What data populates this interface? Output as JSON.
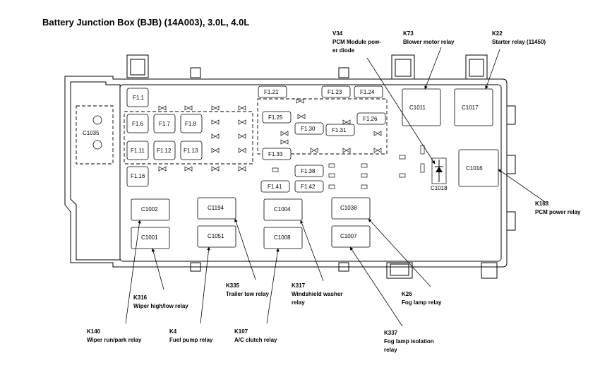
{
  "title": "Battery Junction Box (BJB) (14A003), 3.0L, 4.0L",
  "fuses": [
    {
      "id": "f1_1",
      "label": "F1.1"
    },
    {
      "id": "f1_6",
      "label": "F1.6"
    },
    {
      "id": "f1_7",
      "label": "F1.7"
    },
    {
      "id": "f1_8",
      "label": "F1.8"
    },
    {
      "id": "f1_11",
      "label": "F1.11"
    },
    {
      "id": "f1_12",
      "label": "F1.12"
    },
    {
      "id": "f1_13",
      "label": "F1.13"
    },
    {
      "id": "f1_16",
      "label": "F1.16"
    },
    {
      "id": "f1_21",
      "label": "F1.21"
    },
    {
      "id": "f1_23",
      "label": "F1.23"
    },
    {
      "id": "f1_24",
      "label": "F1.24"
    },
    {
      "id": "f1_25",
      "label": "F1.25"
    },
    {
      "id": "f1_26",
      "label": "F1.26"
    },
    {
      "id": "f1_30",
      "label": "F1.30"
    },
    {
      "id": "f1_31",
      "label": "F1.31"
    },
    {
      "id": "f1_33",
      "label": "F1.33"
    },
    {
      "id": "f1_38",
      "label": "F1.38"
    },
    {
      "id": "f1_41",
      "label": "F1.41"
    },
    {
      "id": "f1_42",
      "label": "F1.42"
    }
  ],
  "connectors": {
    "c1035": "C1035",
    "c1018": "C1018",
    "c1011": "C1011",
    "c1017": "C1017",
    "c1016": "C1016",
    "c1002": "C1002",
    "c1001": "C1001",
    "c1194": "C1194",
    "c1051": "C1051",
    "c1004": "C1004",
    "c1008": "C1008",
    "c1038": "C1038",
    "c1007": "C1007"
  },
  "callouts": {
    "v34": [
      "V34",
      "PCM Module pow-",
      "er diode"
    ],
    "k73": [
      "K73",
      "Blower motor relay"
    ],
    "k22": [
      "K22",
      "Starter relay (11450)"
    ],
    "k163": [
      "K163",
      "PCM power relay"
    ],
    "k316": [
      "K316",
      "Wiper high/low relay"
    ],
    "k335": [
      "K335",
      "Trailer tow relay"
    ],
    "k317": [
      "K317",
      "Windshield washer",
      "relay"
    ],
    "k26": [
      "K26",
      "Fog lamp relay"
    ],
    "k140": [
      "K140",
      "Wiper run/park relay"
    ],
    "k4": [
      "K4",
      "Fuel pump relay"
    ],
    "k107": [
      "K107",
      "A/C clutch relay"
    ],
    "k337": [
      "K337",
      "Fog lamp isolation",
      "relay"
    ]
  }
}
